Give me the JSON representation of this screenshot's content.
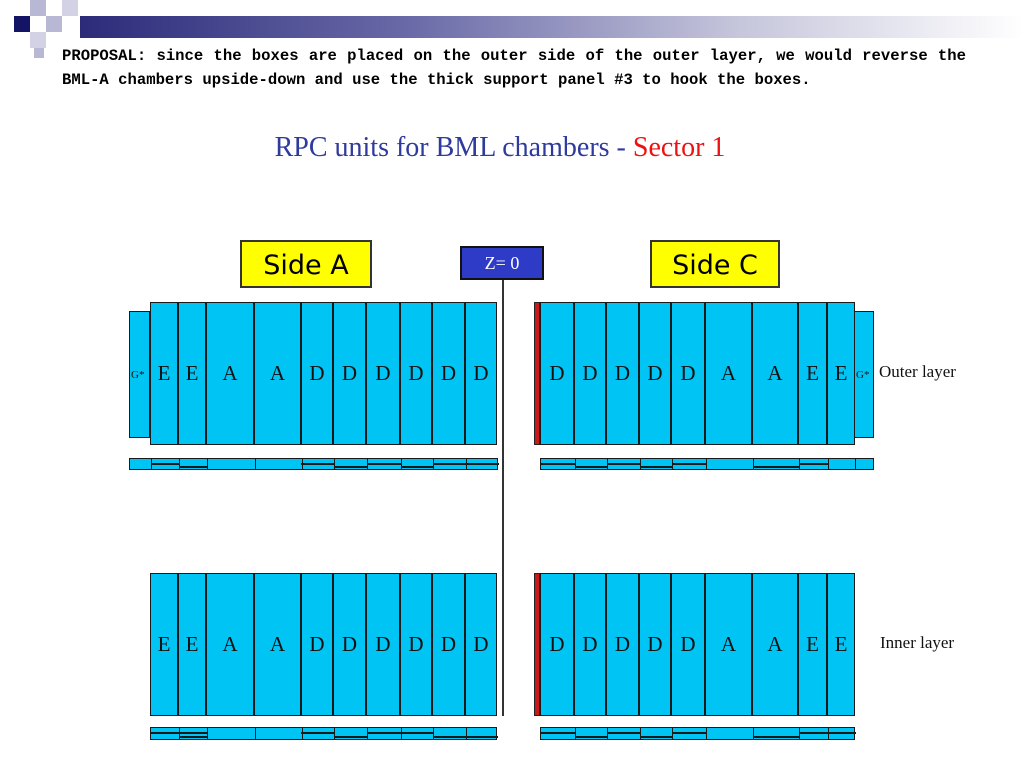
{
  "intro_text": "PROPOSAL: since the boxes are placed on the outer side of the outer layer, we would reverse the BML-A chambers upside-down and use the thick support panel #3 to hook the boxes.",
  "title": {
    "main": "RPC units for BML chambers - ",
    "sector": "Sector 1"
  },
  "side_a": "Side A",
  "side_c": "Side C",
  "z0": "Z= 0",
  "outer_layer_label": "Outer layer",
  "inner_layer_label": "Inner layer",
  "colors": {
    "unit_fill": "#00c4f4",
    "title_blue": "#2e3a9e",
    "title_red": "#ee1111",
    "side_label_yellow": "#ffff00",
    "z0_box": "#2d3bc7",
    "red_edge": "#c81a1a"
  },
  "outer_side_a_units": [
    "G*",
    "E",
    "E",
    "A",
    "A",
    "D",
    "D",
    "D",
    "D",
    "D",
    "D"
  ],
  "outer_side_c_units": [
    "D",
    "D",
    "D",
    "D",
    "D",
    "A",
    "A",
    "E",
    "E",
    "G*"
  ],
  "inner_side_a_units": [
    "E",
    "E",
    "A",
    "A",
    "D",
    "D",
    "D",
    "D",
    "D",
    "D"
  ],
  "inner_side_c_units": [
    "D",
    "D",
    "D",
    "D",
    "D",
    "A",
    "A",
    "E",
    "E"
  ]
}
